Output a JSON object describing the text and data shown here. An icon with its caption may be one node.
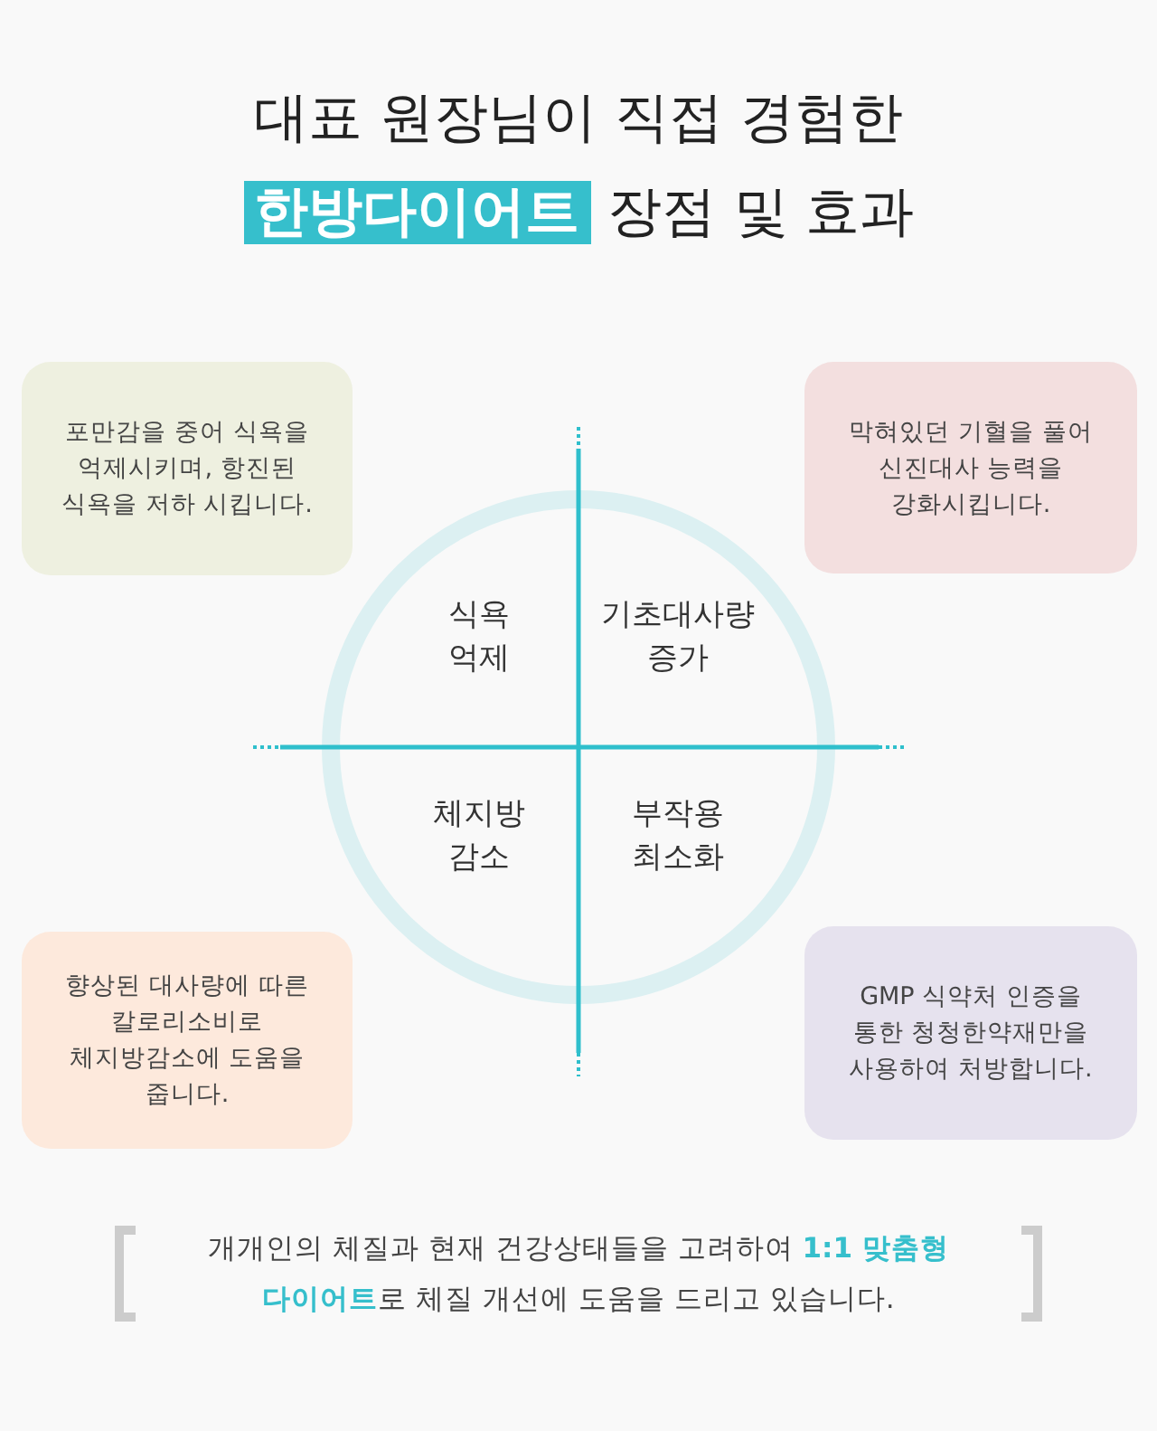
{
  "diagram": {
    "title": "대표 원장님이 직접 경험한 **한방다이어트** 장점 및 효과",
    "caption": "개개인의 체질과 현재 건강상태들을 고려하여 **1:1 맞춤형 다이어트**로 체질 개선에 도움을 드리고 있습니다.",
    "nodes": [
      {
        "text": [
          "포만감을 중어 식욕을 억제시키며, 항진된 식욕을 저하 시킵니다."
        ]
      },
      {
        "text": [
          "막혀있던 기혈을 풀어 신진대사 능력을 강화시킵니다."
        ]
      },
      {
        "text": [
          "향상된 대사량에 따른 칼로리소비로 체지방감소에 도움을 줍니다."
        ]
      },
      {
        "text": [
          "GMP 식약처 인증을 통한 청청한약재만을 사용하여 처방합니다."
        ]
      }
    ],
    "edges": [],
    "labels": [
      "식욕 억제",
      "기초대사량 증가",
      "체지방 감소",
      "부작용 최소화"
    ]
  }
}
